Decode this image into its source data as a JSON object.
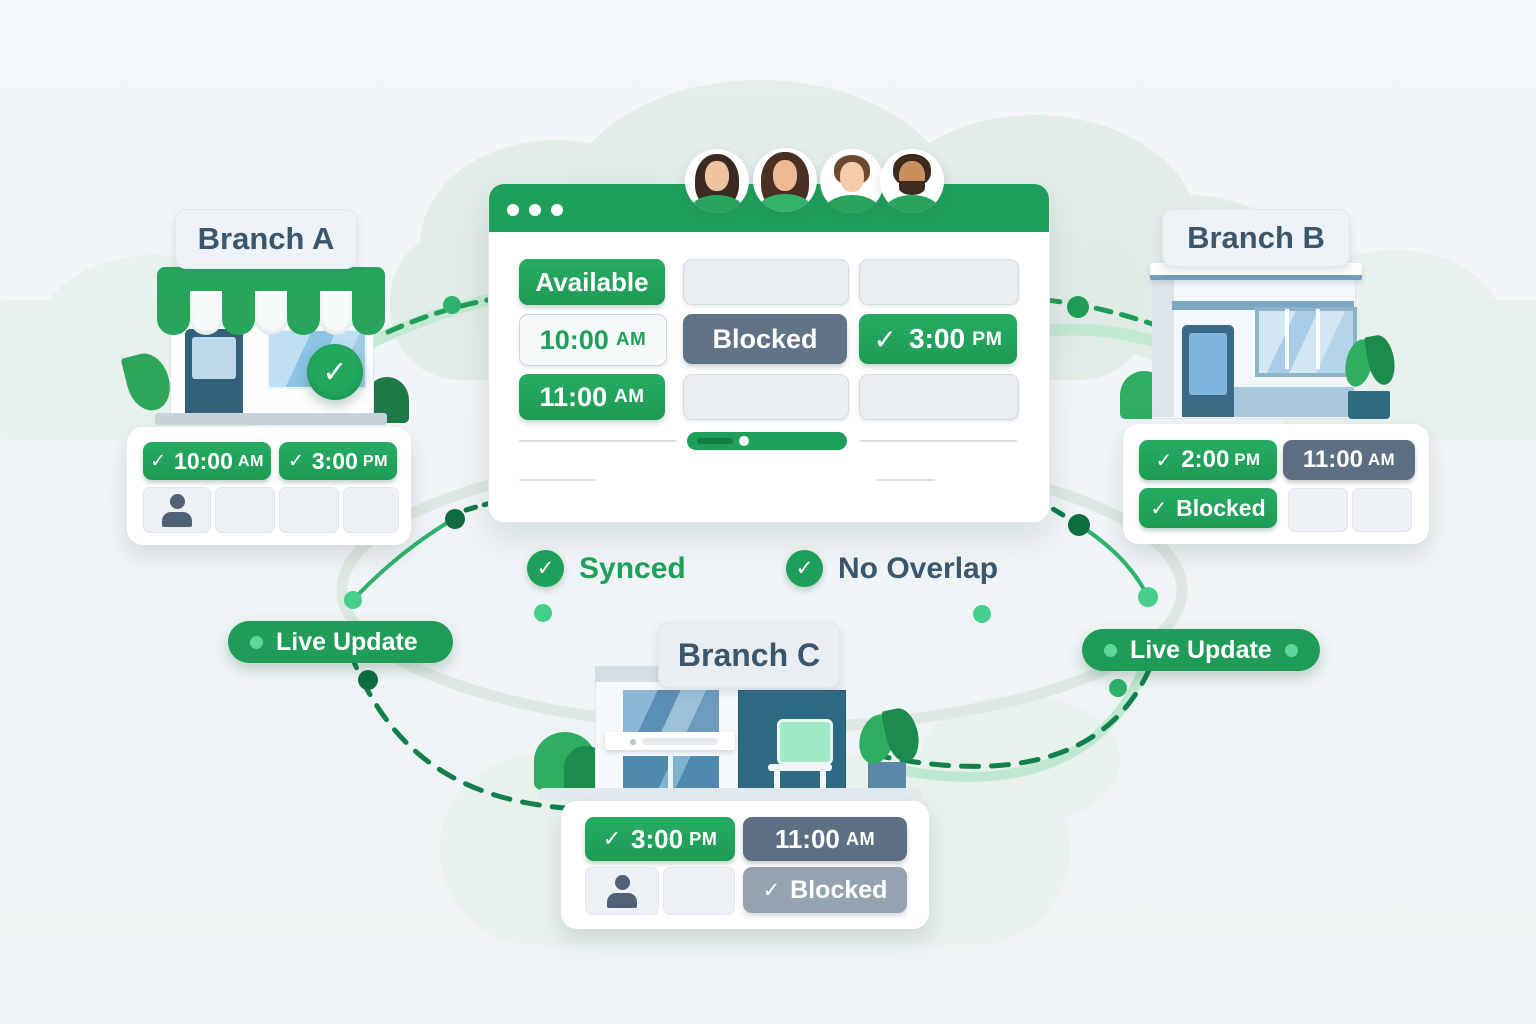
{
  "palette": {
    "green_primary": "#1fa05a",
    "green_dot_light": "#45cf8b",
    "green_dot_dark": "#0e7a45",
    "slate_blocked": "#617487",
    "gray_blocked": "#95a3b1",
    "text_dark": "#3c566c",
    "canvas_bg": "#f1f5f8"
  },
  "glyphs": {
    "check": "✓"
  },
  "window": {
    "slots": {
      "available": "Available",
      "slot_10": {
        "t": "10:00",
        "m": "AM"
      },
      "blocked": "Blocked",
      "slot_3": {
        "t": "3:00",
        "m": "PM"
      },
      "slot_11": {
        "t": "11:00",
        "m": "AM"
      }
    }
  },
  "branches": {
    "a": {
      "title": "Branch A",
      "slot1": {
        "t": "10:00",
        "m": "AM"
      },
      "slot2": {
        "t": "3:00",
        "m": "PM"
      }
    },
    "b": {
      "title": "Branch B",
      "slot1": {
        "t": "2:00",
        "m": "PM"
      },
      "slot2": {
        "t": "11:00",
        "m": "AM"
      },
      "slot3": "Blocked"
    },
    "c": {
      "title": "Branch C",
      "slot1": {
        "t": "3:00",
        "m": "PM"
      },
      "slot2": {
        "t": "11:00",
        "m": "AM"
      },
      "slot3": "Blocked"
    }
  },
  "status": {
    "synced": "Synced",
    "no_overlap": "No Overlap"
  },
  "live_update": {
    "left": "Live Update",
    "right": "Live Update"
  }
}
